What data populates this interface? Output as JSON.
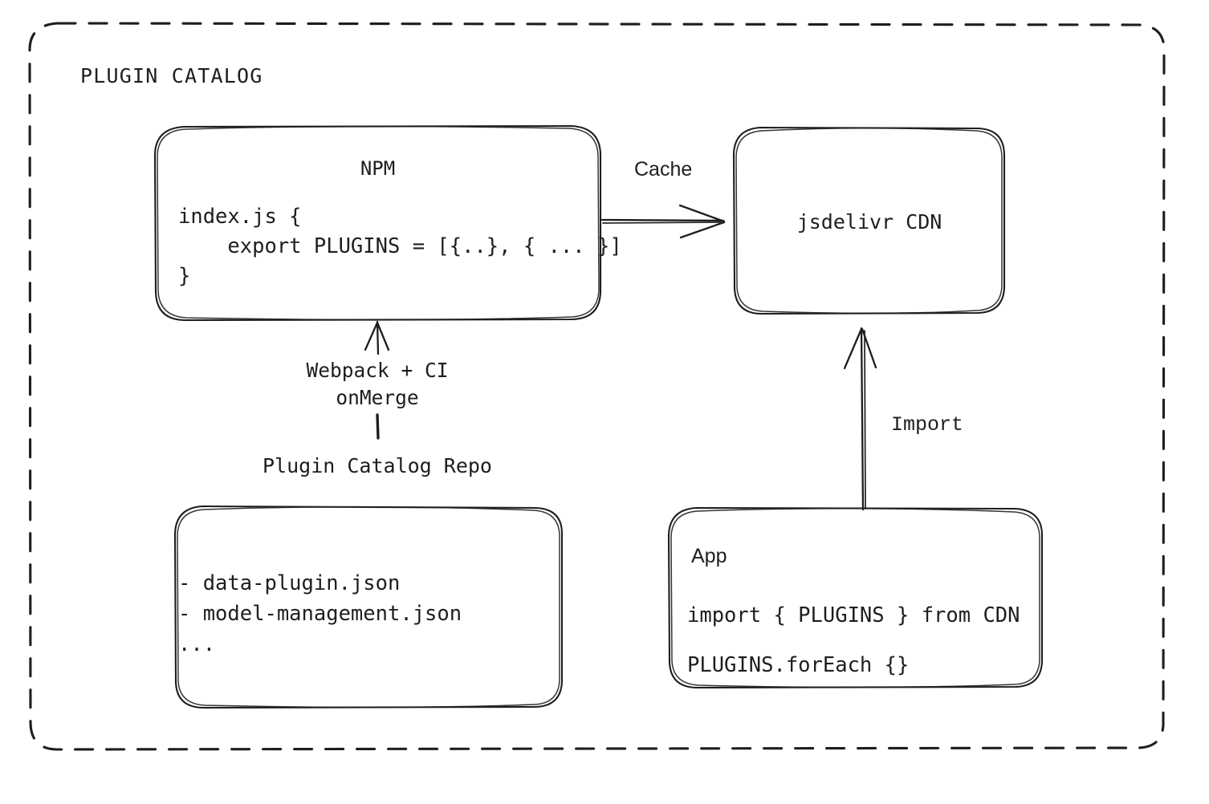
{
  "diagram": {
    "type": "architecture-flow",
    "frame": {
      "title": "PLUGIN CATALOG",
      "style": "dashed-rounded-rectangle"
    },
    "nodes": {
      "npm": {
        "title": "NPM",
        "code_lines": [
          "index.js {",
          "    export PLUGINS = [{..}, { ... }]",
          "}"
        ]
      },
      "cdn": {
        "title": "jsdelivr CDN"
      },
      "repo": {
        "caption": "Plugin Catalog Repo",
        "file_lines": [
          "- data-plugin.json",
          "- model-management.json",
          "..."
        ]
      },
      "app": {
        "title": "App",
        "code_lines": [
          "import { PLUGINS } from CDN",
          "PLUGINS.forEach {}"
        ]
      }
    },
    "edges": {
      "npm_to_cdn": {
        "label": "Cache"
      },
      "repo_to_npm": {
        "label_line1": "Webpack + CI",
        "label_line2": "onMerge"
      },
      "app_to_cdn": {
        "label": "Import"
      }
    },
    "colors": {
      "stroke": "#1e1e1e",
      "background": "#ffffff",
      "text": "#1e1e1e"
    }
  }
}
